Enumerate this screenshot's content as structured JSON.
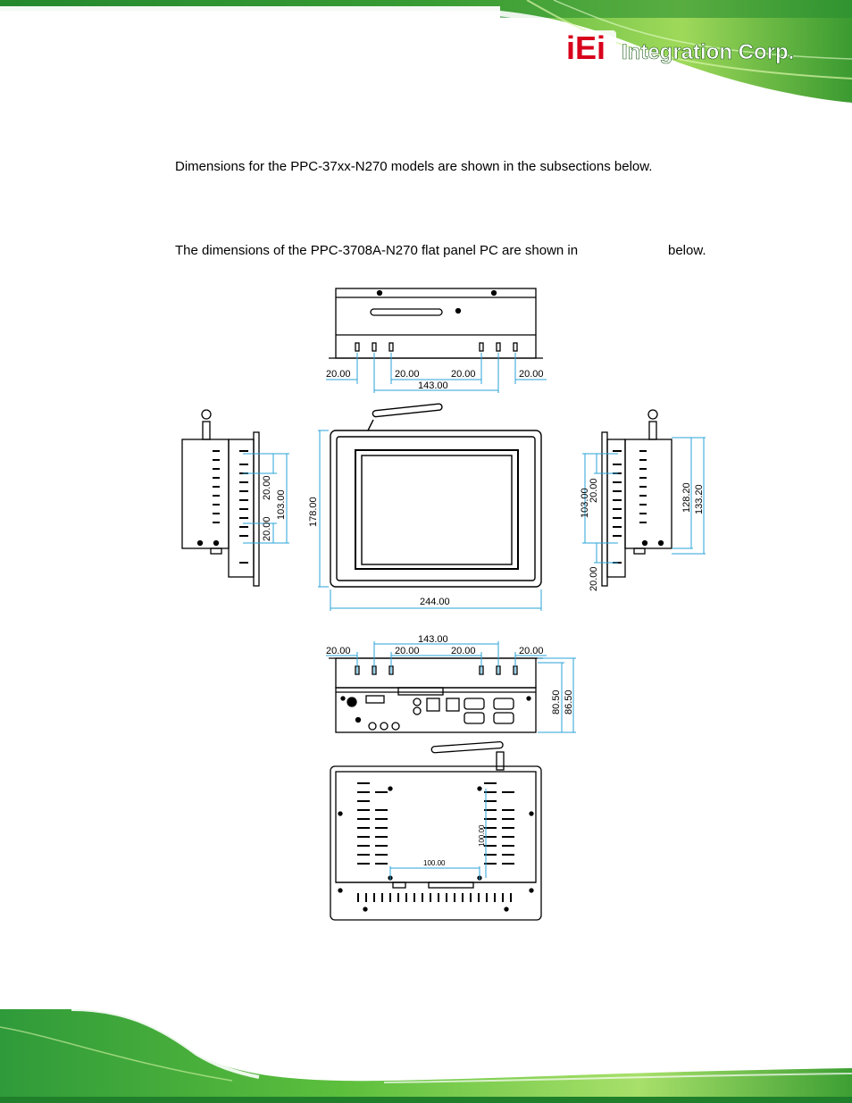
{
  "header": {
    "logo_mark": "iEi",
    "logo_text": "Integration Corp.",
    "brand_colors": {
      "green_dark": "#1f8a2a",
      "green_light": "#8fd14f",
      "logo_red": "#d8001c"
    }
  },
  "body": {
    "intro_text": "Dimensions for the PPC-37xx-N270 models are shown in the subsections below.",
    "dims_text_start": "The dimensions of the PPC-3708A-N270 flat panel PC are shown in",
    "dims_text_end": "below."
  },
  "drawing": {
    "top_view": {
      "d1": "20.00",
      "d2": "20.00",
      "d3": "20.00",
      "d4": "20.00",
      "total": "143.00"
    },
    "front_view": {
      "height": "178.00",
      "width": "244.00"
    },
    "left_view": {
      "a": "20.00",
      "b": "20.00",
      "total": "103.00"
    },
    "right_view": {
      "a": "103.00",
      "b": "20.00",
      "c": "20.00",
      "d": "128.20",
      "e": "133.20"
    },
    "bottom_view": {
      "total": "143.00",
      "d1": "20.00",
      "d2": "20.00",
      "d3": "20.00",
      "d4": "20.00",
      "h1": "80.50",
      "h2": "86.50"
    },
    "rear_view": {
      "width": "100.00",
      "height": "100.00"
    }
  }
}
